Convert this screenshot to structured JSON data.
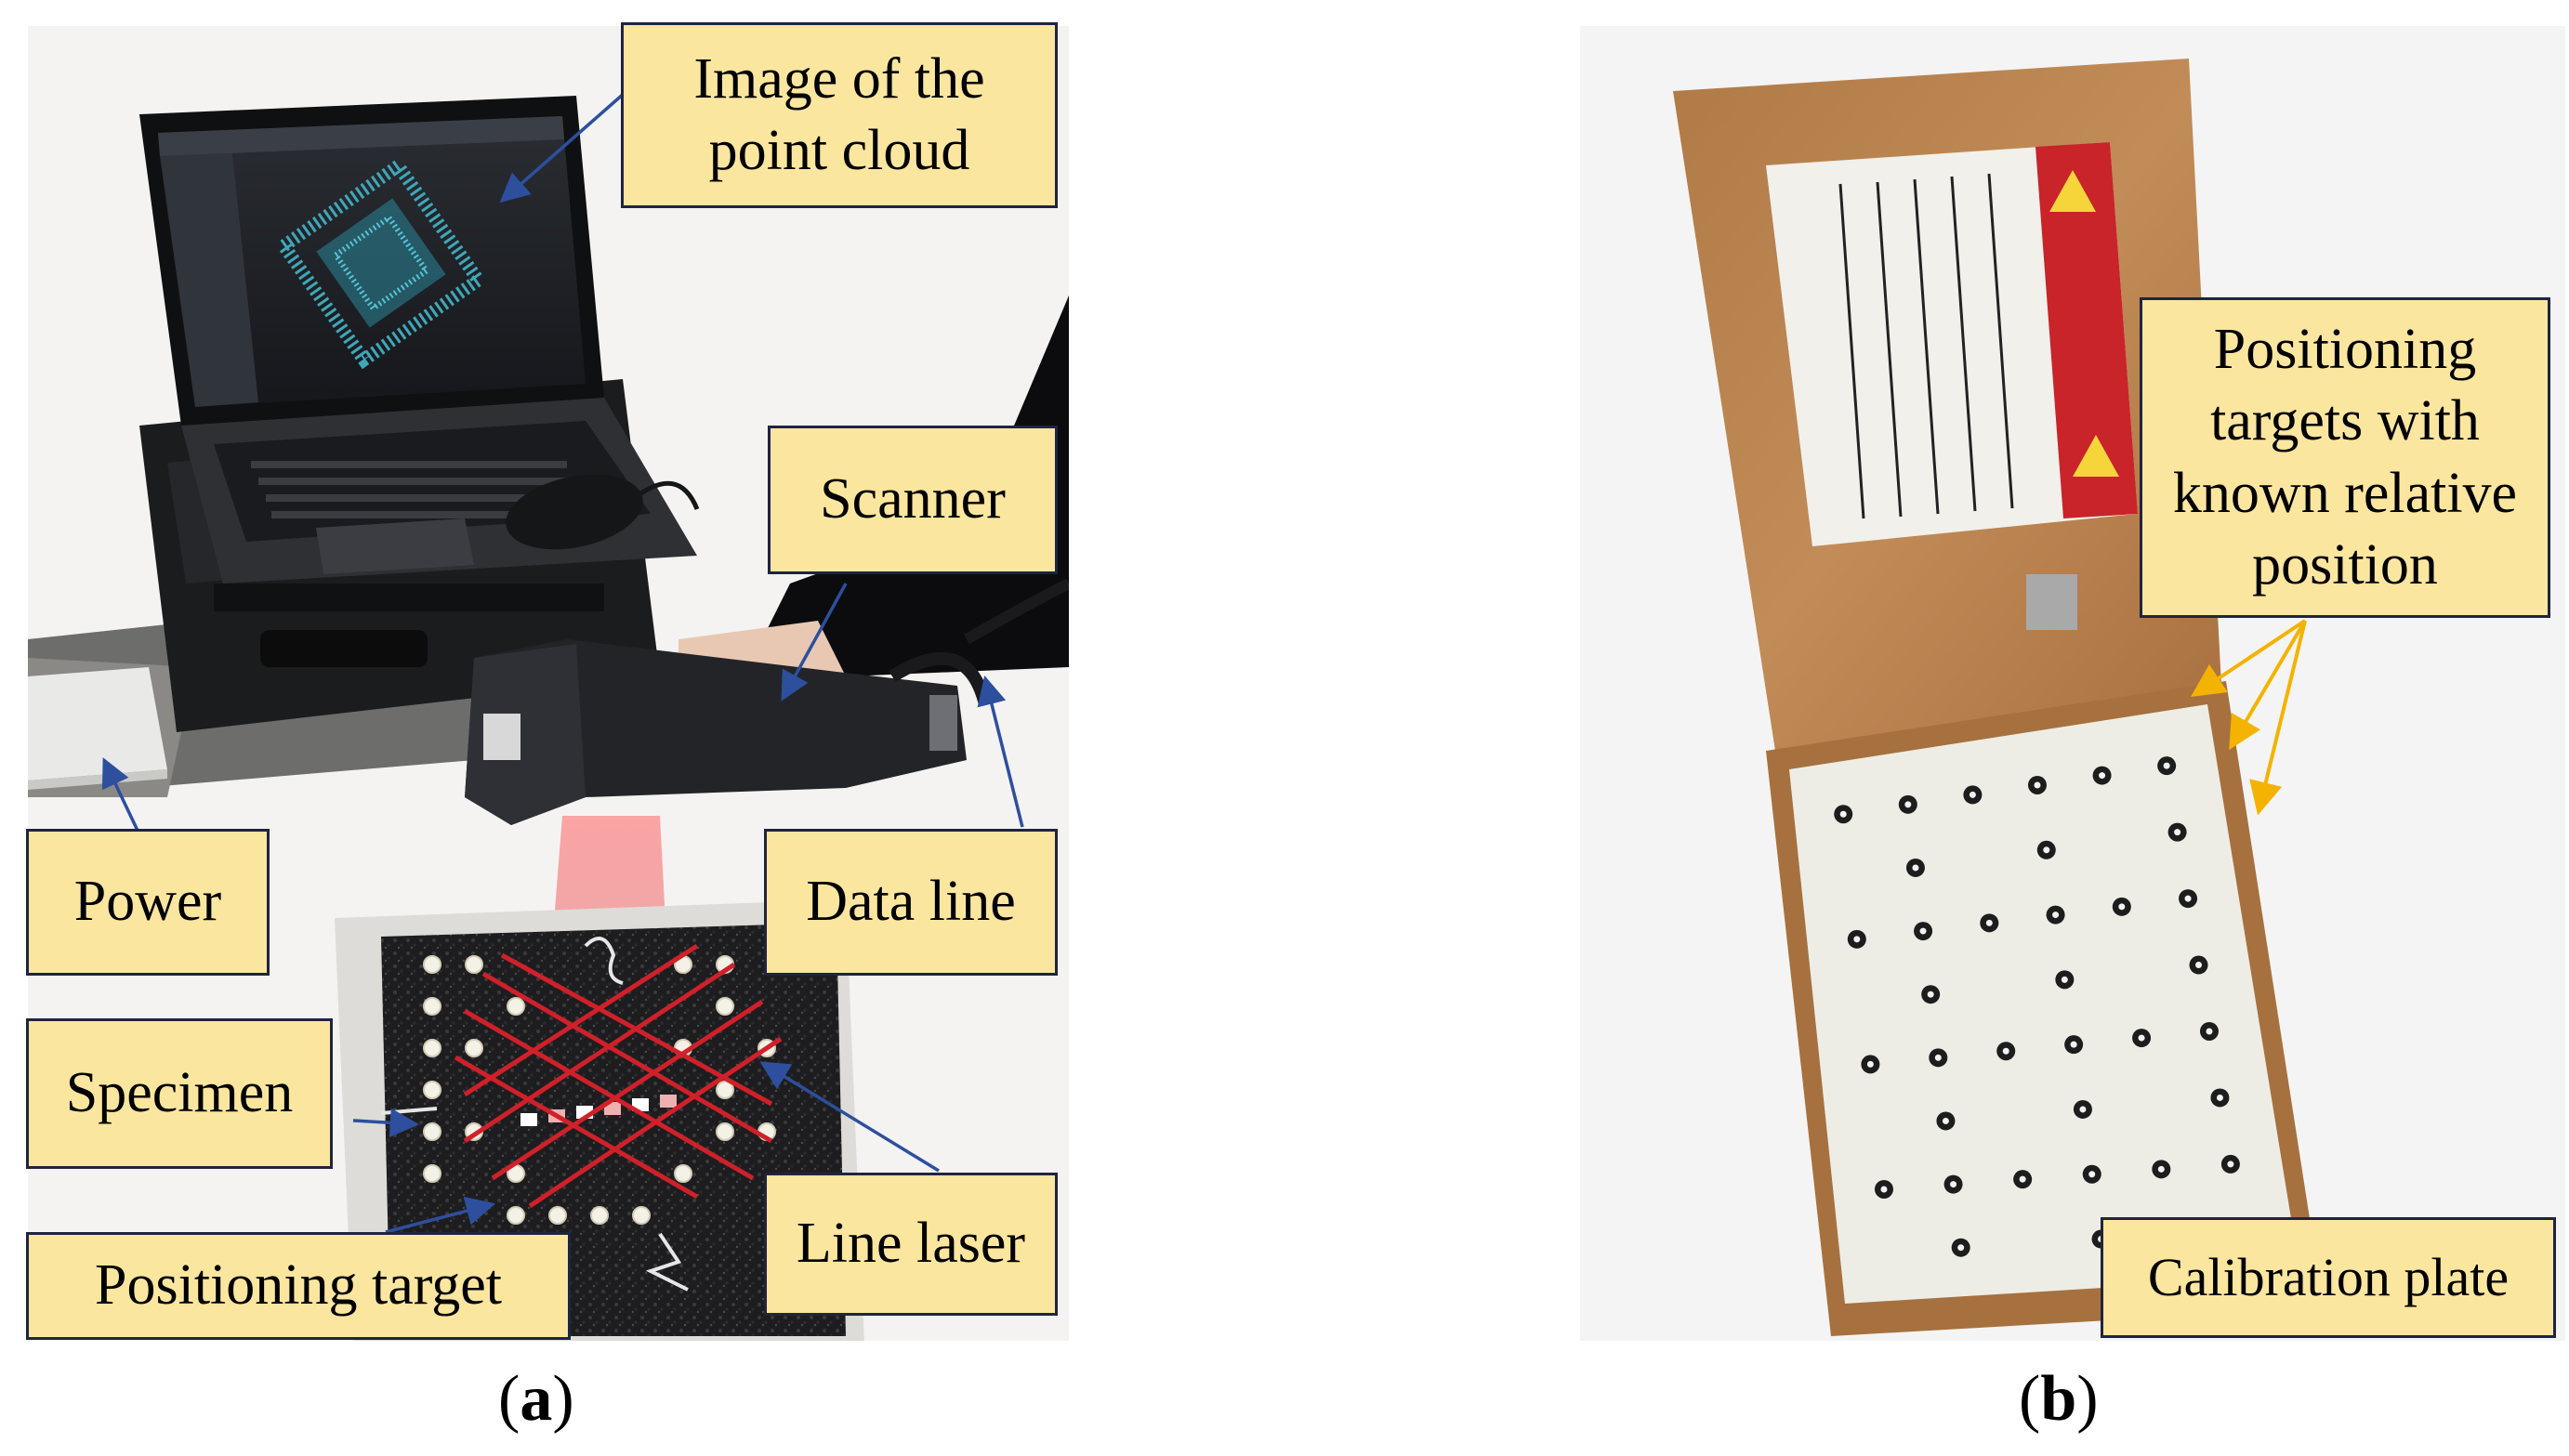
{
  "panel_a": {
    "labels": {
      "point_cloud": "Image of the\npoint cloud",
      "scanner": "Scanner",
      "power": "Power",
      "data_line": "Data line",
      "specimen": "Specimen",
      "positioning_target": "Positioning target",
      "line_laser": "Line laser"
    },
    "caption": {
      "open": "(",
      "letter": "a",
      "close": ")"
    }
  },
  "panel_b": {
    "labels": {
      "positioning_targets": "Positioning\ntargets with\nknown relative\nposition",
      "calibration_plate": "Calibration plate"
    },
    "caption": {
      "open": "(",
      "letter": "b",
      "close": ")"
    }
  },
  "colors": {
    "label_fill": "#fbe6a0",
    "label_border": "#1f2440",
    "arrow_blue": "#2d4f9e",
    "arrow_yellow": "#f3b300",
    "laser_red": "#d0202a"
  }
}
